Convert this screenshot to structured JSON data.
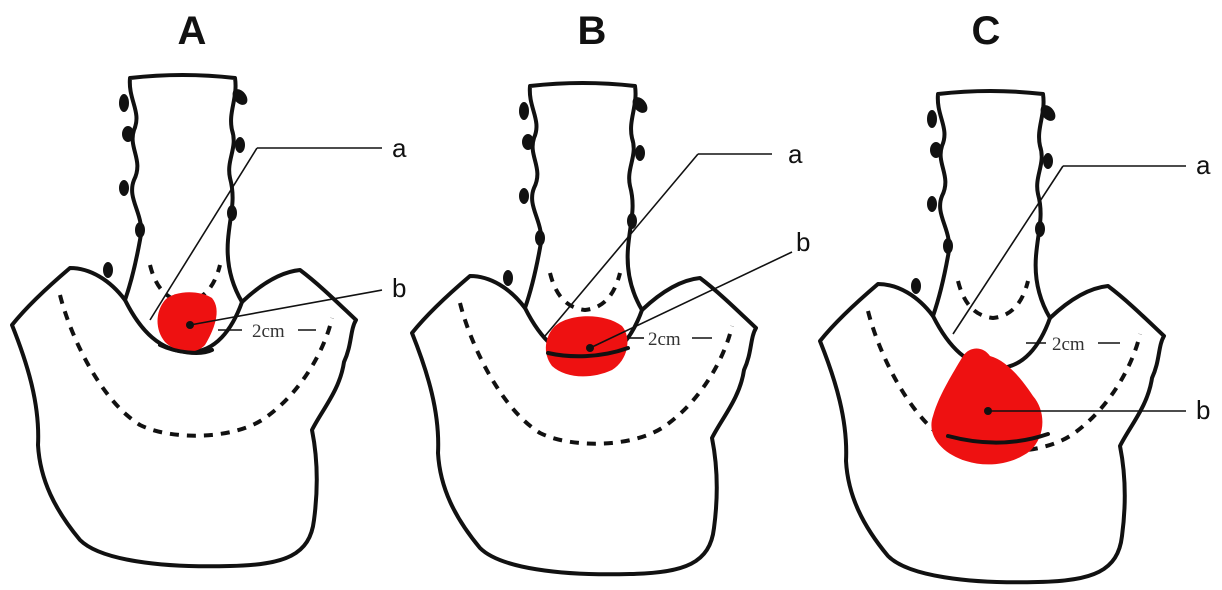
{
  "panels": [
    {
      "id": "A",
      "label": "A",
      "region_a": "a",
      "region_b": "b",
      "distance_label": "2cm"
    },
    {
      "id": "B",
      "label": "B",
      "region_a": "a",
      "region_b": "b",
      "distance_label": "2cm"
    },
    {
      "id": "C",
      "label": "C",
      "region_a": "a",
      "region_b": "b",
      "distance_label": "2cm"
    }
  ],
  "colors": {
    "lesion": "#ee1111",
    "outline": "#111111"
  }
}
